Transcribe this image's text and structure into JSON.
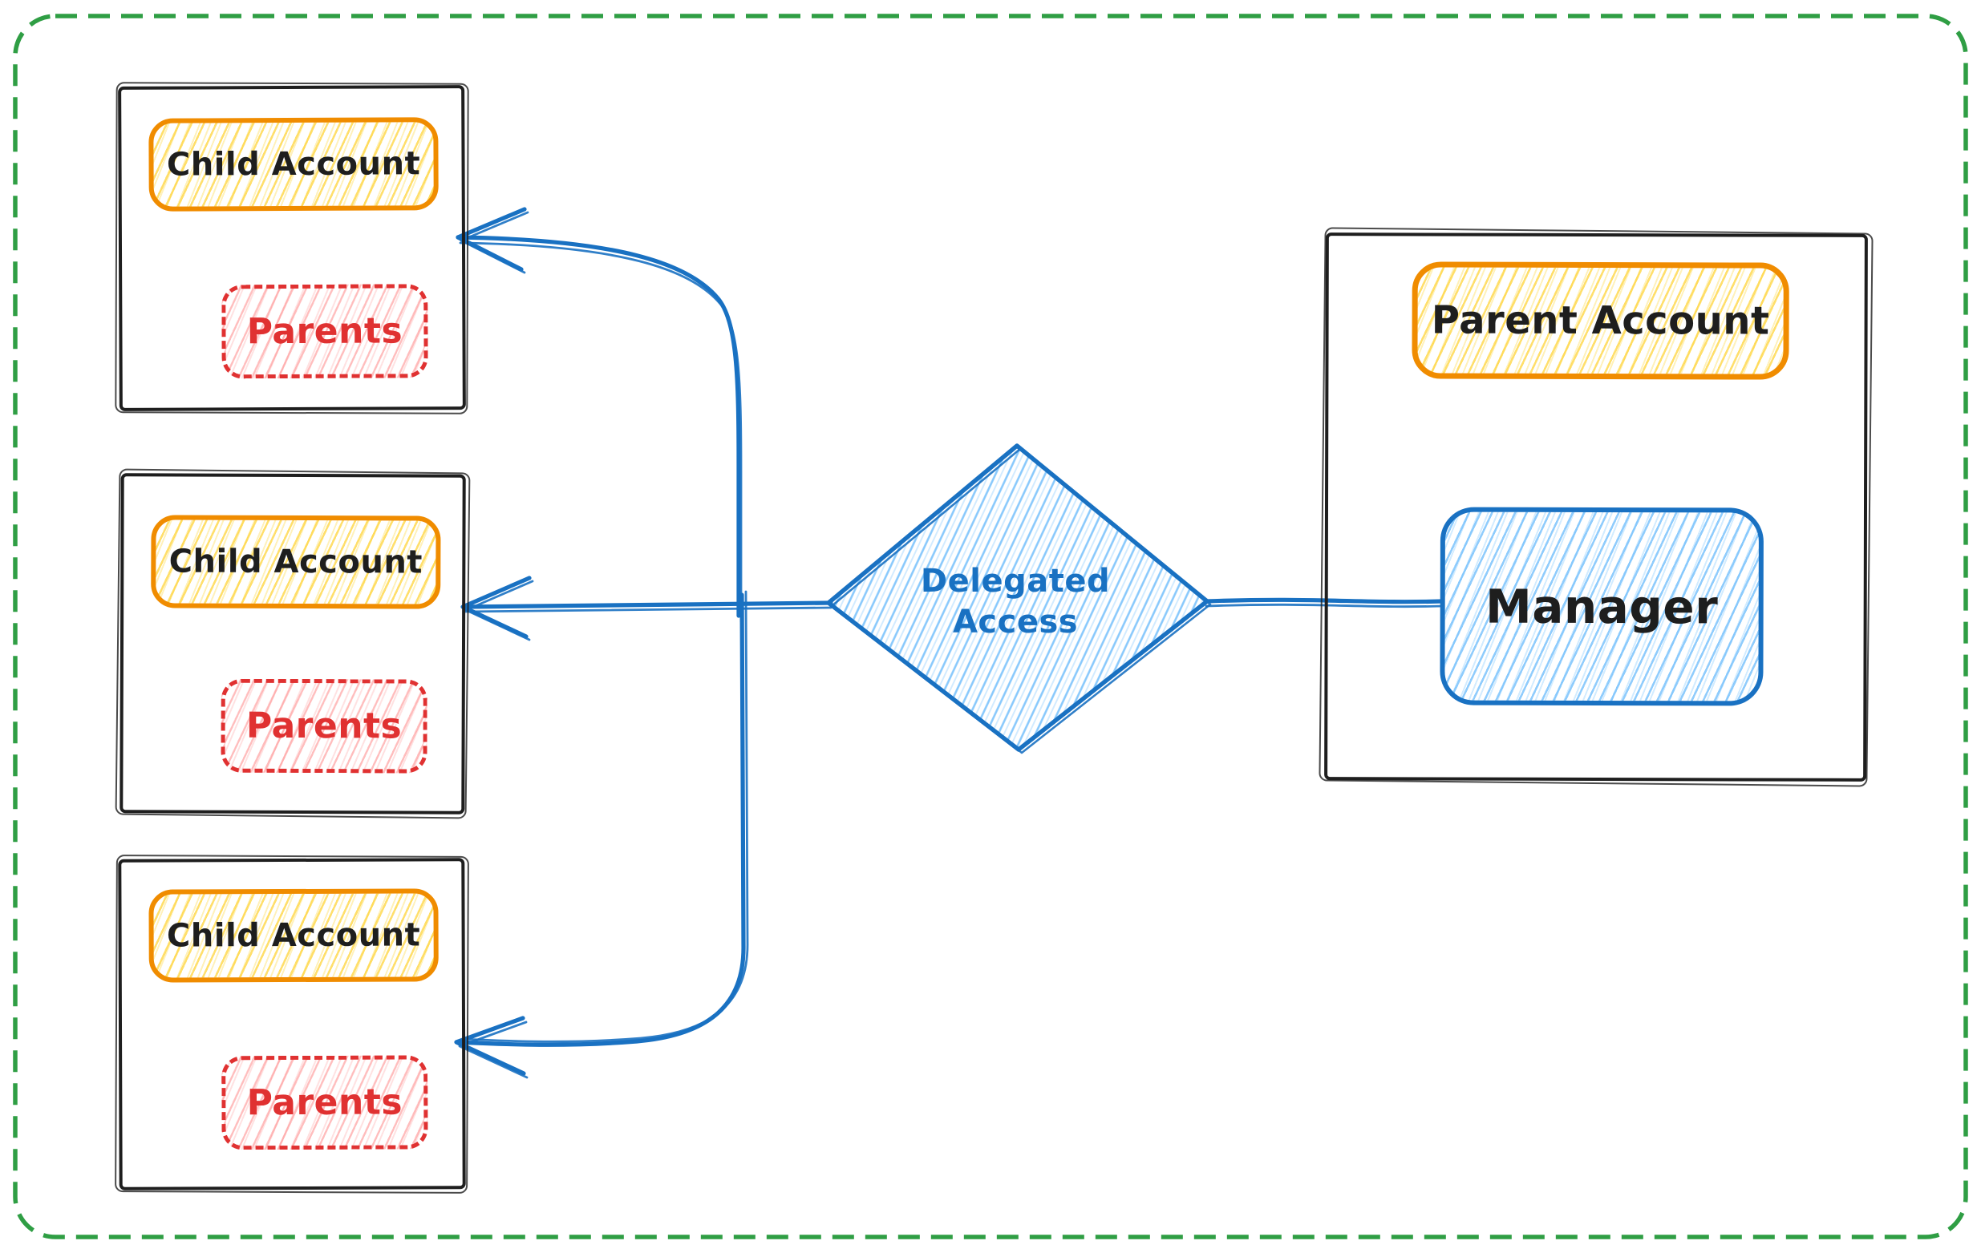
{
  "diagram": {
    "child_accounts": [
      {
        "title": "Child Account",
        "tag": "Parents"
      },
      {
        "title": "Child Account",
        "tag": "Parents"
      },
      {
        "title": "Child Account",
        "tag": "Parents"
      }
    ],
    "decision": {
      "label": "Delegated Access"
    },
    "parent": {
      "title": "Parent Account",
      "manager": "Manager"
    }
  },
  "colors": {
    "canvas_border": "#2f9e44",
    "box_stroke": "#1e1e1e",
    "orange_stroke": "#f08c00",
    "orange_fill": "#ffd43b",
    "red_stroke": "#e03131",
    "red_fill": "#ff8787",
    "blue_stroke": "#1971c2",
    "blue_fill": "#74c0fc",
    "text": "#1e1e1e"
  }
}
